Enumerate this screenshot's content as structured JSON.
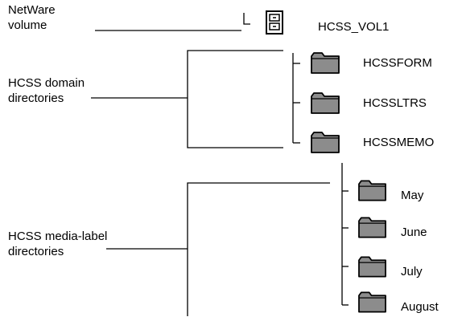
{
  "volume": {
    "label_line1": "NetWare",
    "label_line2": "volume",
    "name": "HCSS_VOL1",
    "icon": "volume-icon"
  },
  "domain": {
    "label_line1": "HCSS domain",
    "label_line2": "directories",
    "items": [
      "HCSSFORM",
      "HCSSLTRS",
      "HCSSMEMO"
    ],
    "icon": "folder-icon"
  },
  "media": {
    "label_line1": "HCSS media-label",
    "label_line2": "directories",
    "items": [
      "May",
      "June",
      "July",
      "August"
    ],
    "icon": "folder-icon"
  },
  "colors": {
    "folder_fill": "#8c8c8c",
    "line": "#000000"
  }
}
